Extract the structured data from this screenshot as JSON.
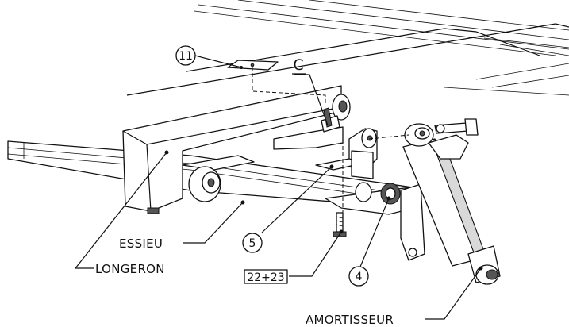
{
  "callouts": {
    "c11": "11",
    "c5": "5",
    "c4": "4",
    "section": "C",
    "ref_box": "22+23"
  },
  "labels": {
    "essieu": "ESSIEU",
    "longeron": "LONGERON",
    "amortisseur": "AMORTISSEUR"
  }
}
